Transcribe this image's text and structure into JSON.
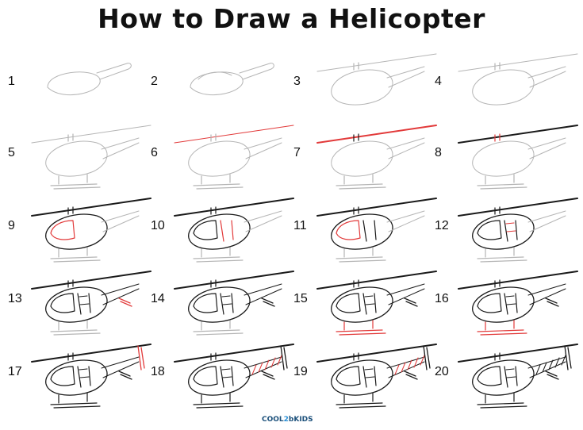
{
  "title": "How to Draw a Helicopter",
  "steps": [
    {
      "n": "1",
      "stage": 1,
      "red": "body"
    },
    {
      "n": "2",
      "stage": 2,
      "red": ""
    },
    {
      "n": "3",
      "stage": 3,
      "red": ""
    },
    {
      "n": "4",
      "stage": 4,
      "red": ""
    },
    {
      "n": "5",
      "stage": 5,
      "red": ""
    },
    {
      "n": "6",
      "stage": 6,
      "red": "rotor"
    },
    {
      "n": "7",
      "stage": 7,
      "red": "rotor"
    },
    {
      "n": "8",
      "stage": 8,
      "red": "hub"
    },
    {
      "n": "9",
      "stage": 9,
      "red": "cockpit"
    },
    {
      "n": "10",
      "stage": 10,
      "red": "door"
    },
    {
      "n": "11",
      "stage": 11,
      "red": "window"
    },
    {
      "n": "12",
      "stage": 12,
      "red": "frame"
    },
    {
      "n": "13",
      "stage": 13,
      "red": "tail"
    },
    {
      "n": "14",
      "stage": 14,
      "red": ""
    },
    {
      "n": "15",
      "stage": 15,
      "red": "skids"
    },
    {
      "n": "16",
      "stage": 16,
      "red": "skids"
    },
    {
      "n": "17",
      "stage": 17,
      "red": "fin"
    },
    {
      "n": "18",
      "stage": 18,
      "red": "boom"
    },
    {
      "n": "19",
      "stage": 19,
      "red": "boom"
    },
    {
      "n": "20",
      "stage": 20,
      "red": ""
    }
  ],
  "logo": {
    "a": "COOL",
    "b": "2",
    "c": "bKIDS"
  },
  "colors": {
    "sketch": "#b5b5b5",
    "ink": "#1a1a1a",
    "red": "#e23a3a"
  }
}
